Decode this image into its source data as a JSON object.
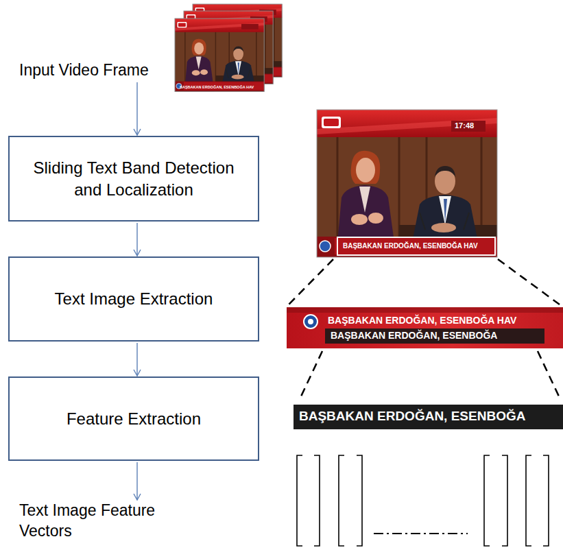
{
  "diagram": {
    "nodes": [
      {
        "text": [
          "Input Video Frame"
        ]
      },
      {
        "text": [
          "Sliding Text Band Detection and Localization"
        ]
      },
      {
        "text": [
          "Text Image Extraction"
        ]
      },
      {
        "text": [
          "Feature Extraction"
        ]
      },
      {
        "text": [
          "Text Image Feature Vectors"
        ]
      }
    ],
    "edges": [
      {
        "from": 0,
        "to": 1,
        "arrow": "to"
      },
      {
        "from": 1,
        "to": 2,
        "arrow": "to"
      },
      {
        "from": 2,
        "to": 3,
        "arrow": "to"
      },
      {
        "from": 3,
        "to": 4,
        "arrow": "to"
      }
    ],
    "labels": [
      "BAŞBAKAN ERDOĞAN, ESENBOĞA HAV",
      "17:48",
      "BAŞBAKAN ERDOĞAN, ESENBOĞA HAV",
      "BAŞBAKAN ERDOĞAN, ESENBOĞA HAV",
      "BAŞBAKAN ERDOĞAN, ESENBOĞA",
      "BAŞBAKAN ERDOĞAN, ESENBOĞA"
    ]
  }
}
